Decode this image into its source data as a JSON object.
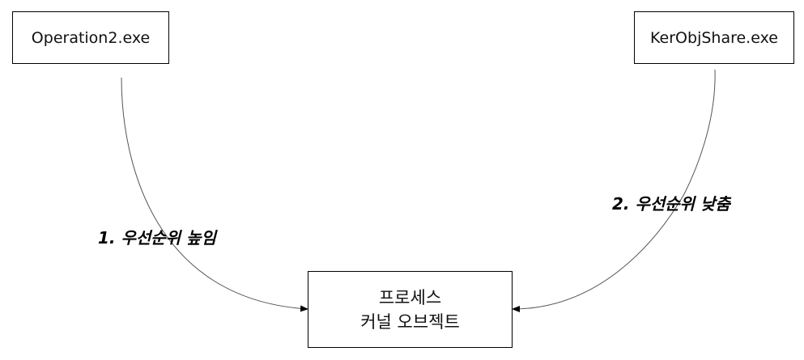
{
  "nodes": {
    "operation2": {
      "label": "Operation2.exe"
    },
    "kerobjshare": {
      "label": "KerObjShare.exe"
    },
    "process_object": {
      "line1": "프로세스",
      "line2": "커널 오브젝트"
    }
  },
  "edges": {
    "edge1": {
      "label": "1. 우선순위 높임",
      "from": "operation2",
      "to": "process_object"
    },
    "edge2": {
      "label": "2. 우선순위 낮춤",
      "from": "kerobjshare",
      "to": "process_object"
    }
  },
  "colors": {
    "stroke": "#000000",
    "edge_line": "#555555",
    "background": "#ffffff"
  }
}
